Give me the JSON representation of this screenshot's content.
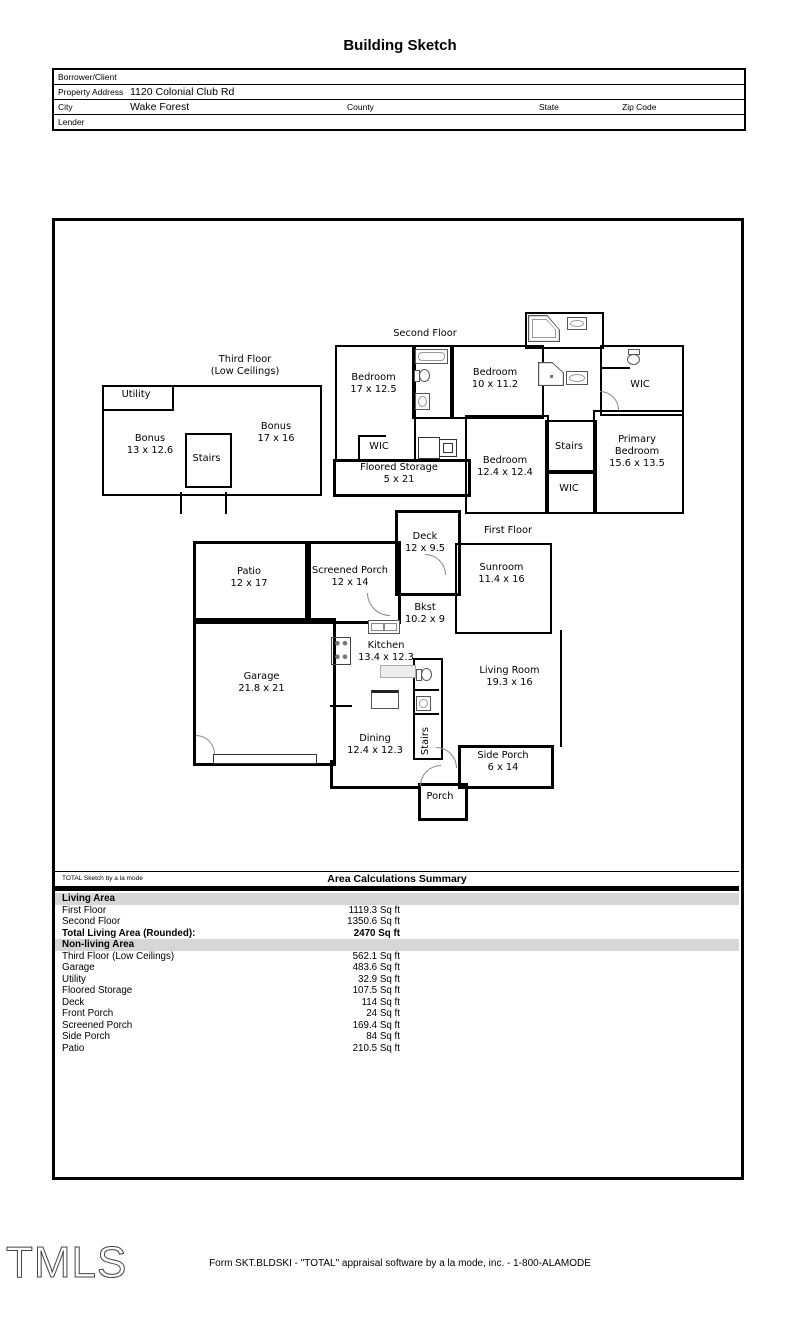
{
  "title": "Building Sketch",
  "form": {
    "borrower_label": "Borrower/Client",
    "property_label": "Property Address",
    "property_value": "1120 Colonial Club Rd",
    "city_label": "City",
    "city_value": "Wake Forest",
    "county_label": "County",
    "state_label": "State",
    "zip_label": "Zip Code",
    "lender_label": "Lender"
  },
  "plan": {
    "second_floor_title": "Second Floor",
    "third_floor_title_1": "Third Floor",
    "third_floor_title_2": "(Low Ceilings)",
    "first_floor_title": "First Floor",
    "rooms": {
      "utility": {
        "label": "Utility"
      },
      "bonus_left": {
        "label": "Bonus",
        "dims": "13 x 12.6"
      },
      "bonus_right": {
        "label": "Bonus",
        "dims": "17 x 16"
      },
      "stairs_third": {
        "label": "Stairs"
      },
      "bedroom_17": {
        "label": "Bedroom",
        "dims": "17 x 12.5"
      },
      "bedroom_10": {
        "label": "Bedroom",
        "dims": "10 x 11.2"
      },
      "wic_right": {
        "label": "WIC"
      },
      "wic_hall": {
        "label": "WIC"
      },
      "floored_storage": {
        "label": "Floored Storage",
        "dims": "5 x 21"
      },
      "bedroom_12": {
        "label": "Bedroom",
        "dims": "12.4 x 12.4"
      },
      "stairs_second": {
        "label": "Stairs"
      },
      "wic_primary": {
        "label": "WIC"
      },
      "primary_bedroom": {
        "label": "Primary Bedroom",
        "dims": "15.6 x 13.5"
      },
      "deck": {
        "label": "Deck",
        "dims": "12 x 9.5"
      },
      "sunroom": {
        "label": "Sunroom",
        "dims": "11.4 x 16"
      },
      "patio": {
        "label": "Patio",
        "dims": "12 x 17"
      },
      "screened_porch": {
        "label": "Screened Porch",
        "dims": "12 x 14"
      },
      "bkst": {
        "label": "Bkst",
        "dims": "10.2 x 9"
      },
      "kitchen": {
        "label": "Kitchen",
        "dims": "13.4 x 12.3"
      },
      "garage": {
        "label": "Garage",
        "dims": "21.8 x 21"
      },
      "living_room": {
        "label": "Living Room",
        "dims": "19.3 x 16"
      },
      "dining": {
        "label": "Dining",
        "dims": "12.4 x 12.3"
      },
      "stairs_first": {
        "label": "Stairs"
      },
      "side_porch": {
        "label": "Side Porch",
        "dims": "6 x 14"
      },
      "porch": {
        "label": "Porch"
      }
    }
  },
  "summary": {
    "brand": "TOTAL Sketch by a la mode",
    "heading": "Area Calculations Summary",
    "rows": [
      {
        "label": "Living Area",
        "value": ""
      },
      {
        "label": "First Floor",
        "value": "1119.3 Sq ft"
      },
      {
        "label": "Second Floor",
        "value": "1350.6 Sq ft"
      },
      {
        "label": "Total Living Area (Rounded):",
        "value": "2470 Sq ft"
      },
      {
        "label": "Non-living Area",
        "value": ""
      },
      {
        "label": "Third Floor (Low Ceilings)",
        "value": "562.1 Sq ft"
      },
      {
        "label": "Garage",
        "value": "483.6 Sq ft"
      },
      {
        "label": "Utility",
        "value": "32.9 Sq ft"
      },
      {
        "label": "Floored Storage",
        "value": "107.5 Sq ft"
      },
      {
        "label": "Deck",
        "value": "114 Sq ft"
      },
      {
        "label": "Front Porch",
        "value": "24 Sq ft"
      },
      {
        "label": "Screened Porch",
        "value": "169.4 Sq ft"
      },
      {
        "label": "Side Porch",
        "value": "84 Sq ft"
      },
      {
        "label": "Patio",
        "value": "210.5 Sq ft"
      }
    ]
  },
  "footer": {
    "logo": "TMLS",
    "form_line": "Form SKT.BLDSKI - \"TOTAL\" appraisal software by a la mode, inc. - 1-800-ALAMODE"
  }
}
